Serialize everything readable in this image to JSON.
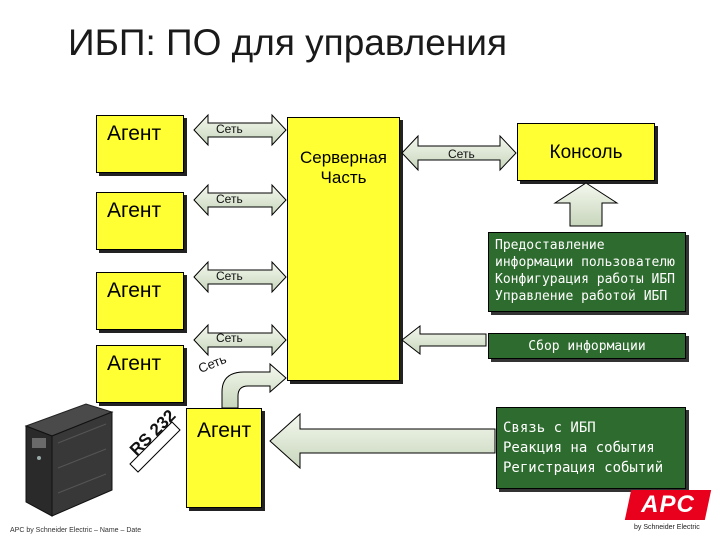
{
  "title": "ИБП: ПО для управления",
  "agents": [
    "Агент",
    "Агент",
    "Агент",
    "Агент"
  ],
  "server_label": "Серверная Часть",
  "console_label": "Консоль",
  "network_labels": [
    "Сеть",
    "Сеть",
    "Сеть",
    "Сеть",
    "Сеть",
    "Сеть"
  ],
  "lower_agent_label": "Агент",
  "rs232_label": "RS 232",
  "info_box": {
    "lines": [
      "Предоставление",
      "информации пользователю",
      "Конфигурация работы ИБП",
      "Управление работой ИБП"
    ]
  },
  "collect_box": {
    "label": "Сбор информации"
  },
  "ups_box": {
    "lines": [
      "Связь с ИБП",
      "Реакция на события",
      "Регистрация событий"
    ]
  },
  "footer": "APC by Schneider Electric – Name – Date",
  "logo": {
    "brand": "APC",
    "sub": "by Schneider Electric"
  },
  "colors": {
    "yellow": "#ffff33",
    "green": "#2e6b2e",
    "arrow": "#e8f0e0",
    "logo": "#e8001c"
  }
}
